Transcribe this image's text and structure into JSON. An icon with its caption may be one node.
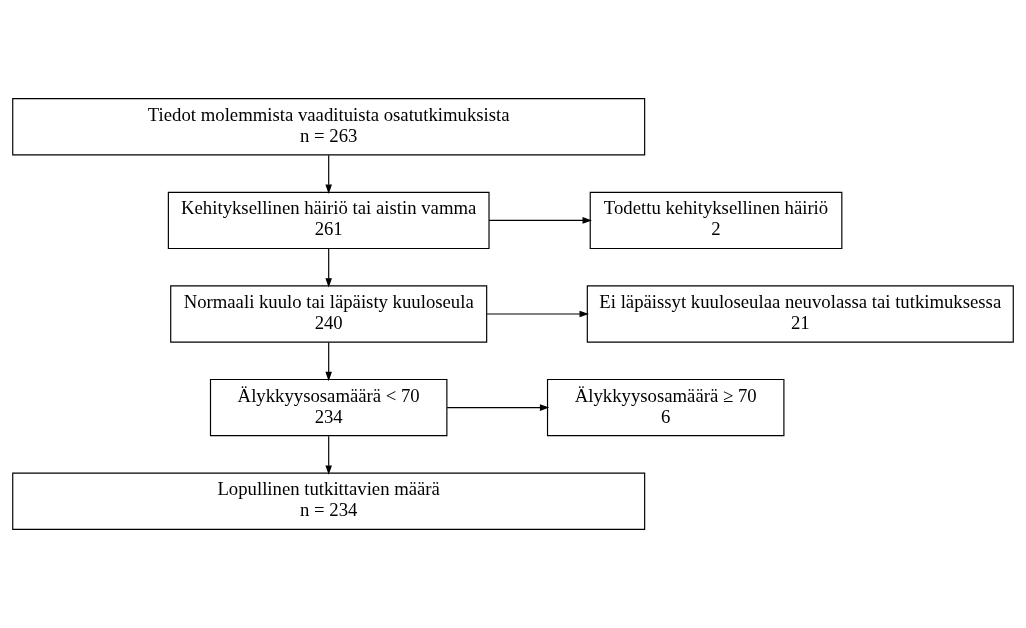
{
  "diagram": {
    "nodes": [
      {
        "text": [
          "Tiedot molemmista vaadituista osatutkimuksista",
          "n = 263"
        ]
      },
      {
        "text": [
          "Kehityksellinen häiriö tai aistin vamma",
          "261"
        ]
      },
      {
        "text": [
          "Todettu kehityksellinen häiriö",
          "2"
        ]
      },
      {
        "text": [
          "Normaali kuulo tai läpäisty kuuloseula",
          "240"
        ]
      },
      {
        "text": [
          "Ei läpäissyt kuuloseulaa neuvolassa tai tutkimuksessa",
          "21"
        ]
      },
      {
        "text": [
          "Älykkyysosamäärä < 70",
          "234"
        ]
      },
      {
        "text": [
          "Älykkyysosamäärä ≥ 70",
          "6"
        ]
      },
      {
        "text": [
          "Lopullinen tutkittavien määrä",
          "n = 234"
        ]
      }
    ],
    "edges": [
      {
        "from": 0,
        "to": 1,
        "arrow": "to"
      },
      {
        "from": 1,
        "to": 2,
        "arrow": "to"
      },
      {
        "from": 1,
        "to": 3,
        "arrow": "to"
      },
      {
        "from": 3,
        "to": 4,
        "arrow": "to"
      },
      {
        "from": 3,
        "to": 5,
        "arrow": "to"
      },
      {
        "from": 5,
        "to": 6,
        "arrow": "to"
      },
      {
        "from": 5,
        "to": 7,
        "arrow": "to"
      }
    ]
  }
}
